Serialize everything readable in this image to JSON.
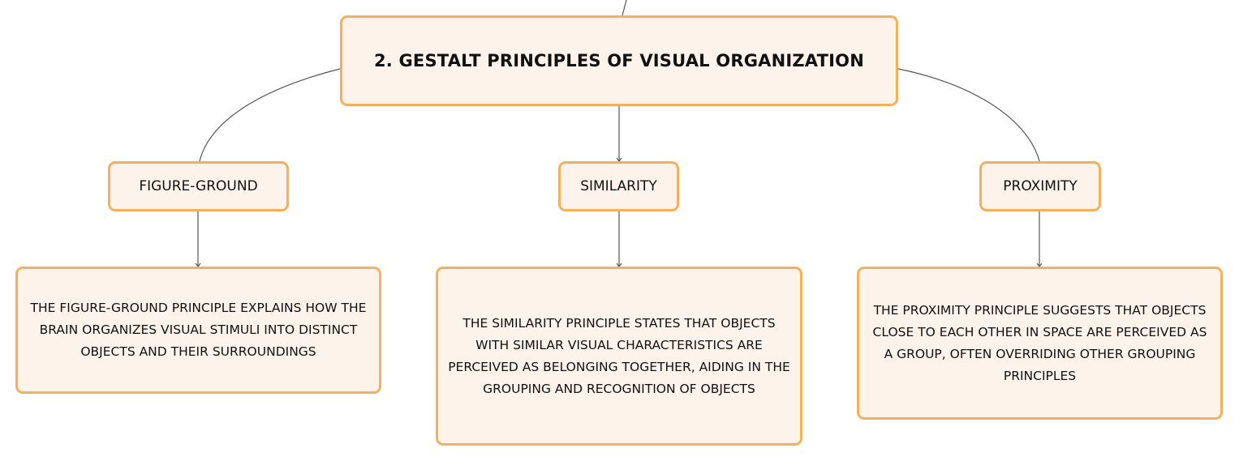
{
  "diagram": {
    "root": {
      "title": "2. GESTALT PRINCIPLES OF VISUAL ORGANIZATION"
    },
    "branches": [
      {
        "label": "FIGURE-GROUND",
        "description": "THE FIGURE-GROUND PRINCIPLE EXPLAINS HOW THE BRAIN ORGANIZES VISUAL STIMULI INTO DISTINCT OBJECTS AND THEIR SURROUNDINGS"
      },
      {
        "label": "SIMILARITY",
        "description": "THE SIMILARITY PRINCIPLE STATES THAT OBJECTS WITH SIMILAR VISUAL CHARACTERISTICS ARE PERCEIVED AS BELONGING TOGETHER, AIDING IN THE GROUPING AND RECOGNITION OF OBJECTS"
      },
      {
        "label": "PROXIMITY",
        "description": "THE PROXIMITY PRINCIPLE SUGGESTS THAT OBJECTS CLOSE TO EACH OTHER IN SPACE ARE PERCEIVED AS A GROUP, OFTEN OVERRIDING OTHER GROUPING PRINCIPLES"
      }
    ]
  },
  "colors": {
    "node_fill": "#fdf3ea",
    "node_border": "#f2b15a",
    "connector": "#555555",
    "text": "#111111"
  }
}
